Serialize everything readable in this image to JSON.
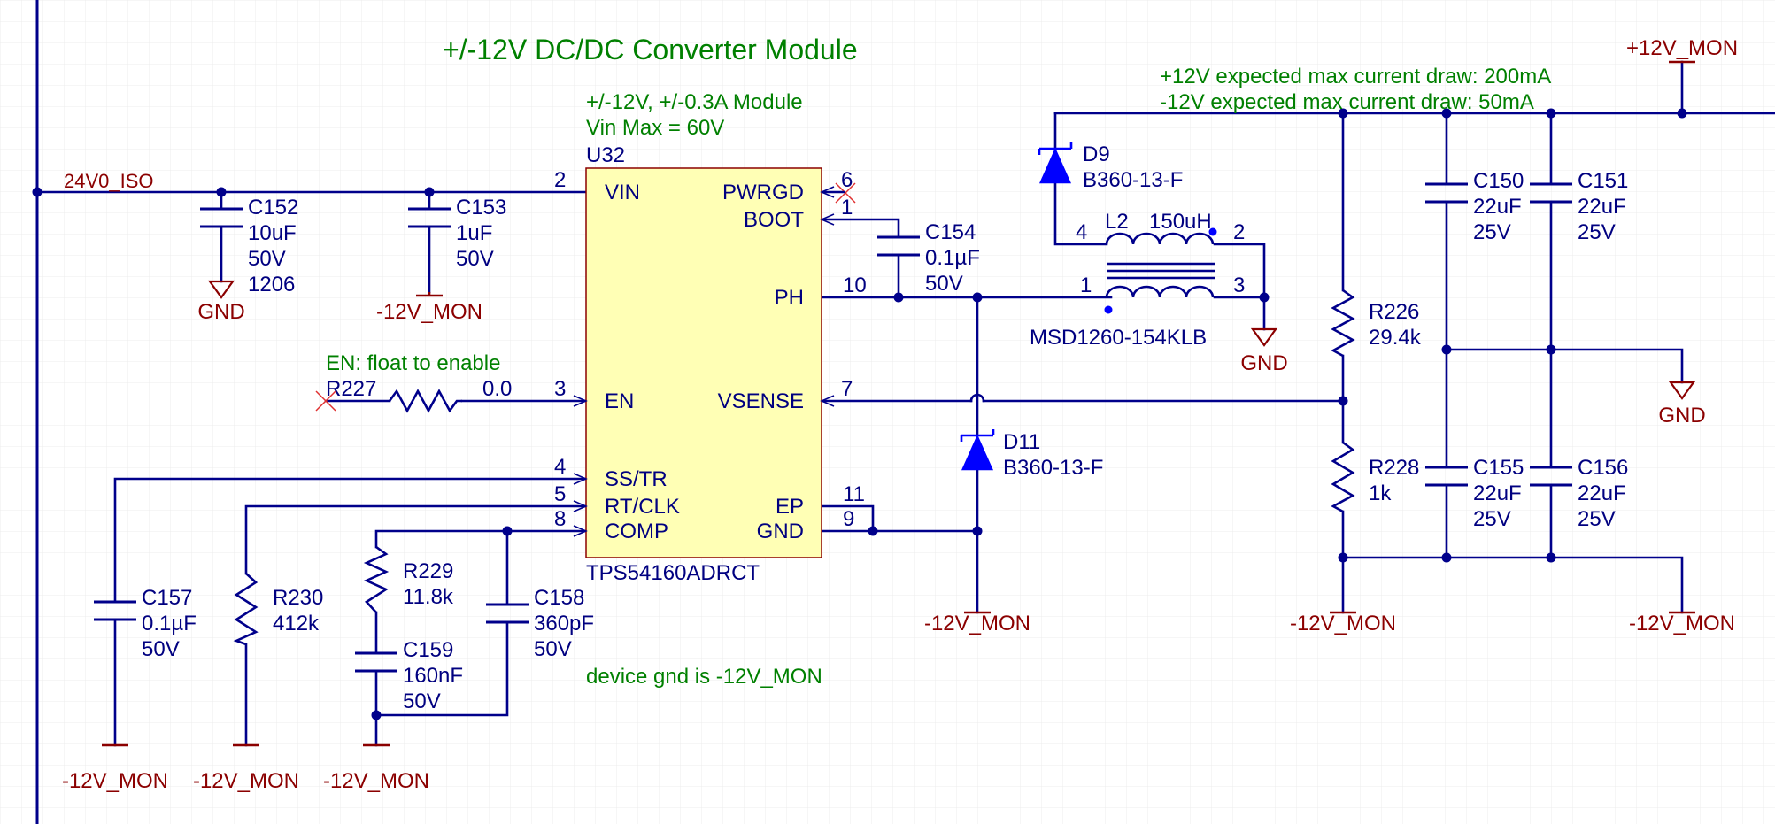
{
  "sheet": {
    "title": "+/-12V DC/DC Converter Module",
    "module_note_1": "+/-12V, +/-0.3A Module",
    "module_note_2": "Vin Max = 60V",
    "current_note_1": "+12V expected max current draw: 200mA",
    "current_note_2": "-12V expected max current draw: 50mA",
    "en_note": "EN: float to enable",
    "gnd_note": "device gnd is -12V_MON"
  },
  "nets": {
    "vin": "24V0_ISO",
    "gnd": "GND",
    "neg": "-12V_MON",
    "pos": "+12V_MON"
  },
  "ic": {
    "ref": "U32",
    "part": "TPS54160ADRCT",
    "pins": [
      {
        "name": "VIN",
        "num": "2"
      },
      {
        "name": "PWRGD",
        "num": "6"
      },
      {
        "name": "BOOT",
        "num": "1"
      },
      {
        "name": "PH",
        "num": "10"
      },
      {
        "name": "EN",
        "num": "3"
      },
      {
        "name": "VSENSE",
        "num": "7"
      },
      {
        "name": "SS/TR",
        "num": "4"
      },
      {
        "name": "RT/CLK",
        "num": "5"
      },
      {
        "name": "EP",
        "num": "11"
      },
      {
        "name": "COMP",
        "num": "8"
      },
      {
        "name": "GND",
        "num": "9"
      }
    ]
  },
  "components": {
    "C152": {
      "ref": "C152",
      "val": "10uF",
      "volt": "50V",
      "pkg": "1206"
    },
    "C153": {
      "ref": "C153",
      "val": "1uF",
      "volt": "50V"
    },
    "C154": {
      "ref": "C154",
      "val": "0.1µF",
      "volt": "50V"
    },
    "C150": {
      "ref": "C150",
      "val": "22uF",
      "volt": "25V"
    },
    "C151": {
      "ref": "C151",
      "val": "22uF",
      "volt": "25V"
    },
    "C155": {
      "ref": "C155",
      "val": "22uF",
      "volt": "25V"
    },
    "C156": {
      "ref": "C156",
      "val": "22uF",
      "volt": "25V"
    },
    "C157": {
      "ref": "C157",
      "val": "0.1µF",
      "volt": "50V"
    },
    "C158": {
      "ref": "C158",
      "val": "360pF",
      "volt": "50V"
    },
    "C159": {
      "ref": "C159",
      "val": "160nF",
      "volt": "50V"
    },
    "R226": {
      "ref": "R226",
      "val": "29.4k"
    },
    "R227": {
      "ref": "R227",
      "val": "0.0"
    },
    "R228": {
      "ref": "R228",
      "val": "1k"
    },
    "R229": {
      "ref": "R229",
      "val": "11.8k"
    },
    "R230": {
      "ref": "R230",
      "val": "412k"
    },
    "D9": {
      "ref": "D9",
      "part": "B360-13-F"
    },
    "D11": {
      "ref": "D11",
      "part": "B360-13-F"
    },
    "L2": {
      "ref": "L2",
      "val": "150uH",
      "part": "MSD1260-154KLB",
      "pins": [
        "4",
        "2",
        "1",
        "3"
      ]
    }
  },
  "colors": {
    "wire": "#00008b",
    "text": "#000080",
    "note": "#008000",
    "power": "#8b0000",
    "ic_fill": "#ffffb5",
    "ic_border": "#8b0000",
    "grid": "#ececec",
    "diode": "#0000ff"
  }
}
